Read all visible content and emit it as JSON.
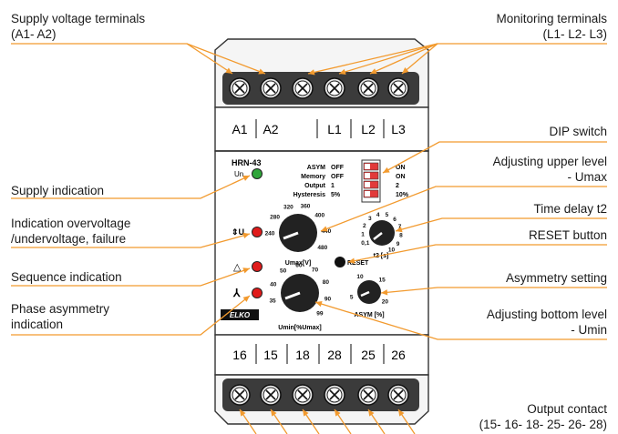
{
  "callouts": {
    "supply_terminals": [
      "Supply voltage terminals",
      "(A1- A2)"
    ],
    "monitoring_terminals": [
      "Monitoring terminals",
      "(L1- L2- L3)"
    ],
    "dip_switch": [
      "DIP switch"
    ],
    "upper_level": [
      "Adjusting upper level",
      "- Umax"
    ],
    "time_delay": [
      "Time delay t2"
    ],
    "reset_button": [
      "RESET button"
    ],
    "supply_indication": [
      "Supply indication"
    ],
    "fault_indication": [
      "Indication overvoltage",
      "/undervoltage, failure"
    ],
    "sequence_indication": [
      "Sequence indication"
    ],
    "phase_asymmetry": [
      "Phase asymmetry",
      "indication"
    ],
    "asymmetry_setting": [
      "Asymmetry setting"
    ],
    "bottom_level": [
      "Adjusting bottom level",
      "- Umin"
    ],
    "output_contact": [
      "Output contact",
      "(15- 16- 18- 25- 26- 28)"
    ]
  },
  "device": {
    "model": "HRN-43",
    "top_terminals": [
      "A1",
      "A2",
      "",
      "L1",
      "L2",
      "L3"
    ],
    "bottom_terminals": [
      "16",
      "15",
      "18",
      "28",
      "25",
      "26"
    ],
    "leds": {
      "un": "Un",
      "fault": "⇕U",
      "sequence": "△",
      "asym": "⅄"
    },
    "dip": {
      "rows": [
        {
          "name": "ASYM",
          "off": "OFF",
          "on": "ON"
        },
        {
          "name": "Memory",
          "off": "OFF",
          "on": "ON"
        },
        {
          "name": "Output",
          "off": "1",
          "on": "2"
        },
        {
          "name": "Hysteresis",
          "off": "5%",
          "on": "10%"
        }
      ]
    },
    "umax_knob": {
      "ticks": [
        "240",
        "280",
        "320",
        "360",
        "400",
        "440",
        "480"
      ],
      "label": "Umax[V]"
    },
    "umin_knob": {
      "ticks": [
        "35",
        "40",
        "50",
        "60",
        "70",
        "80",
        "90",
        "99"
      ],
      "label": "Umin[%Umax]"
    },
    "time_knob": {
      "ticks": [
        "0,1",
        "1",
        "2",
        "3",
        "4",
        "5",
        "6",
        "7",
        "8",
        "9",
        "10"
      ],
      "label": "t2 [s]"
    },
    "reset_label": "RESET",
    "asym_knob": {
      "ticks": [
        "5",
        "10",
        "15",
        "20"
      ],
      "label": "ASYM [%]"
    },
    "brand": "ELKO"
  },
  "colors": {
    "leader": "#f29a2e",
    "led_green": "#2fa53a",
    "led_red": "#e01b1b",
    "knob": "#222222",
    "dip_body": "#e23a3a"
  }
}
